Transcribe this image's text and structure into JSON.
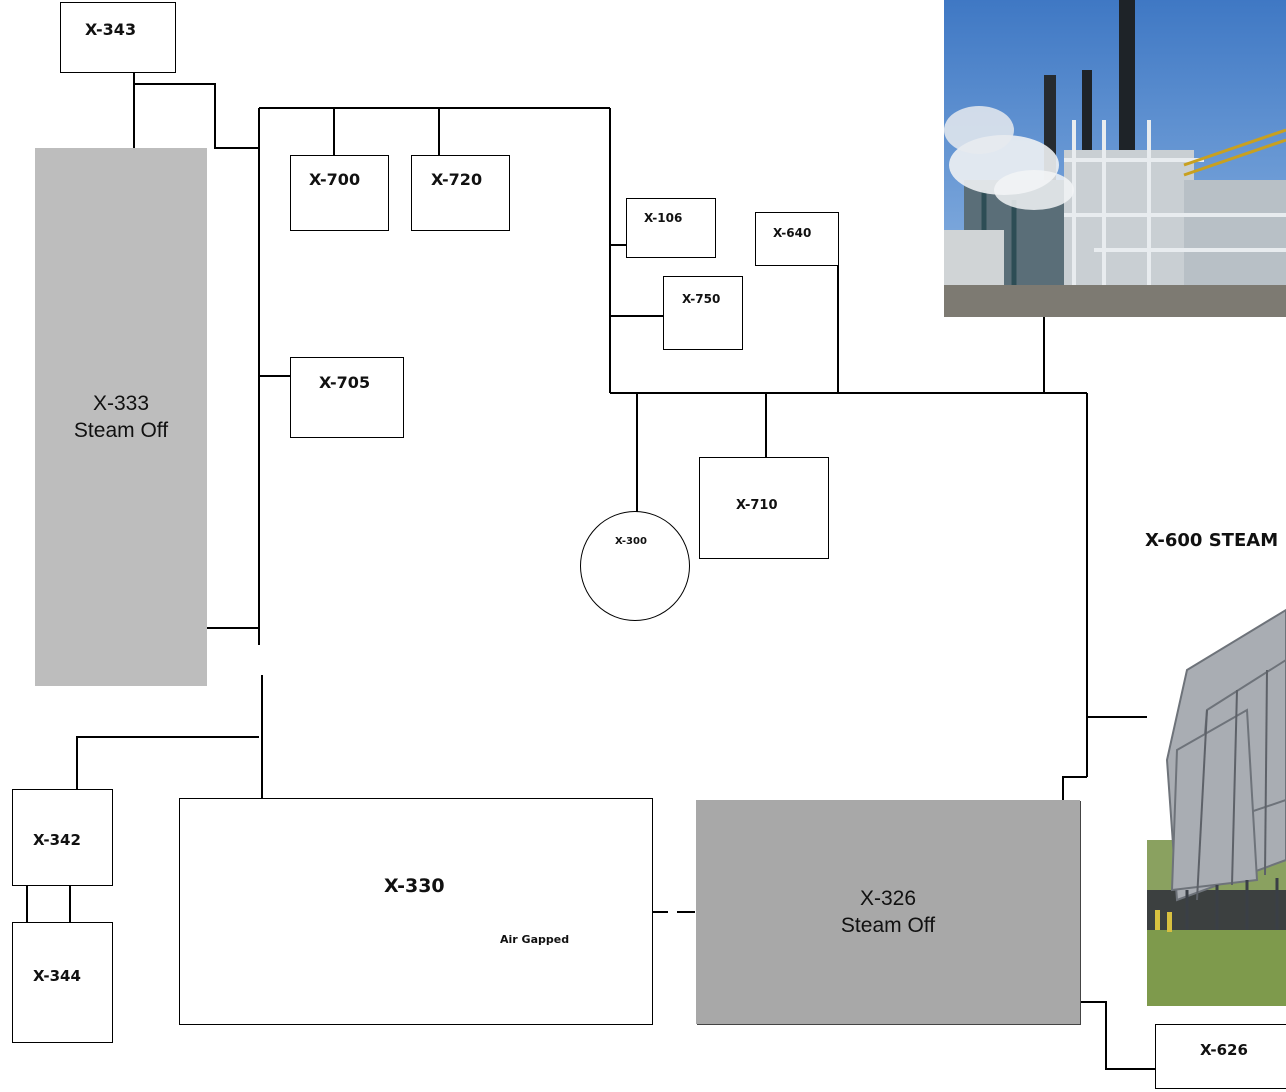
{
  "nodes": {
    "x343": "X-343",
    "x700": "X-700",
    "x720": "X-720",
    "x106": "X-106",
    "x640": "X-640",
    "x750": "X-750",
    "x705": "X-705",
    "x710": "X-710",
    "x300": "X-300",
    "x342": "X-342",
    "x344": "X-344",
    "x330": "X-330",
    "x626": "X-626"
  },
  "steam_off_buildings": {
    "x333": {
      "name": "X-333",
      "status": "Steam Off"
    },
    "x326": {
      "name": "X-326",
      "status": "Steam Off"
    }
  },
  "annotations": {
    "air_gapped": "Air Gapped",
    "steam_plant": "X-600 STEAM"
  },
  "colors": {
    "line": "#000000",
    "steam_off_fill": "#bdbdbd",
    "steam_off_fill_dark": "#a8a8a8"
  }
}
